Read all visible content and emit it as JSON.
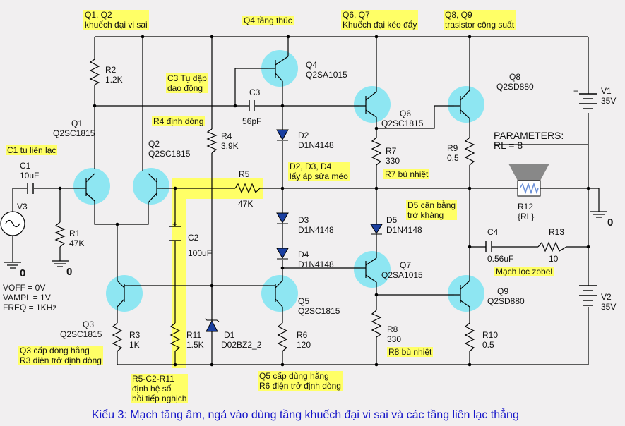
{
  "notes": {
    "q1q2_a": "Q1, Q2",
    "q1q2_b": "khuếch đại vi sai",
    "q4": "Q4 tầng thúc",
    "q6q7_a": "Q6, Q7",
    "q6q7_b": "Khuếch đại kéo đẩy",
    "q8q9_a": "Q8, Q9",
    "q8q9_b": "trasistor công suất",
    "c3_a": "C3 Tụ dập",
    "c3_b": "dao động",
    "r4": "R4 định dòng",
    "c1": "C1 tụ liên lạc",
    "d2_a": "D2, D3, D4",
    "d2_b": "lấy áp sửa méo",
    "r7": "R7 bù nhiệt",
    "d5_a": "D5 cân bằng",
    "d5_b": "trở kháng",
    "zobel": "Mạch lọc zobel",
    "q3_a": "Q3 cấp dòng hằng",
    "q3_b": "R3 điện trở định dòng",
    "r8": "R8 bù nhiệt",
    "q5_a": "Q5 cấp dùng hằng",
    "q5_b": "R6 điện trở định dòng",
    "fb_a": "R5-C2-R11",
    "fb_b": "định hệ số",
    "fb_c": "hồi tiếp nghịch"
  },
  "labels": {
    "r2": "R2",
    "r2v": "1.2K",
    "q4": "Q4",
    "q4m": "Q2SA1015",
    "c3": "C3",
    "c3v": "56pF",
    "q8": "Q8",
    "q8m": "Q2SD880",
    "v1": "V1",
    "v1v": "35V",
    "q1": "Q1",
    "q1m": "Q2SC1815",
    "q2": "Q2",
    "q2m": "Q2SC1815",
    "r4": "R4",
    "r4v": "3.9K",
    "d2": "D2",
    "d2m": "D1N4148",
    "q6": "Q6",
    "q6m": "Q2SC1815",
    "r7": "R7",
    "r7v": "330",
    "r9": "R9",
    "r9v": "0.5",
    "params": "PARAMETERS:",
    "rl": "RL = 8",
    "c1": "C1",
    "c1v": "10uF",
    "r5": "R5",
    "r5v": "47K",
    "v3": "V3",
    "r1": "R1",
    "r1v": "47K",
    "d3": "D3",
    "d3m": "D1N4148",
    "d5": "D5",
    "d5m": "D1N4148",
    "r12": "R12",
    "r12v": "{RL}",
    "c2": "C2",
    "c2v": "100uF",
    "c4": "C4",
    "c4v": "0.56uF",
    "r13": "R13",
    "r13v": "10",
    "d4": "D4",
    "d4m": "D1N4148",
    "q7": "Q7",
    "q7m": "Q2SA1015",
    "gnd": "0",
    "voff": "VOFF = 0V",
    "vampl": "VAMPL = 1V",
    "freq": "FREQ = 1KHz",
    "v2": "V2",
    "v2v": "35V",
    "q5": "Q5",
    "q5m": "Q2SC1815",
    "q9": "Q9",
    "q9m": "Q2SD880",
    "q3": "Q3",
    "q3m": "Q2SC1815",
    "r3": "R3",
    "r3v": "1K",
    "r11": "R11",
    "r11v": "1.5K",
    "d1": "D1",
    "d1m": "D02BZ2_2",
    "r6": "R6",
    "r6v": "120",
    "r8": "R8",
    "r8v": "330",
    "r10": "R10",
    "r10v": "0.5",
    "plus1": "+",
    "plus2": "+"
  },
  "caption": "Kiểu 3: Mạch tăng âm, ngả vào dùng tầng khuếch đại vi sai và các tầng liên lạc thẳng",
  "colors": {
    "highlight": "#ffff66",
    "transistor": "#8ee6f2",
    "caption": "#1414c8",
    "wire": "#000000",
    "speaker": "#888888",
    "speaker_coil": "#6a8fd8"
  }
}
